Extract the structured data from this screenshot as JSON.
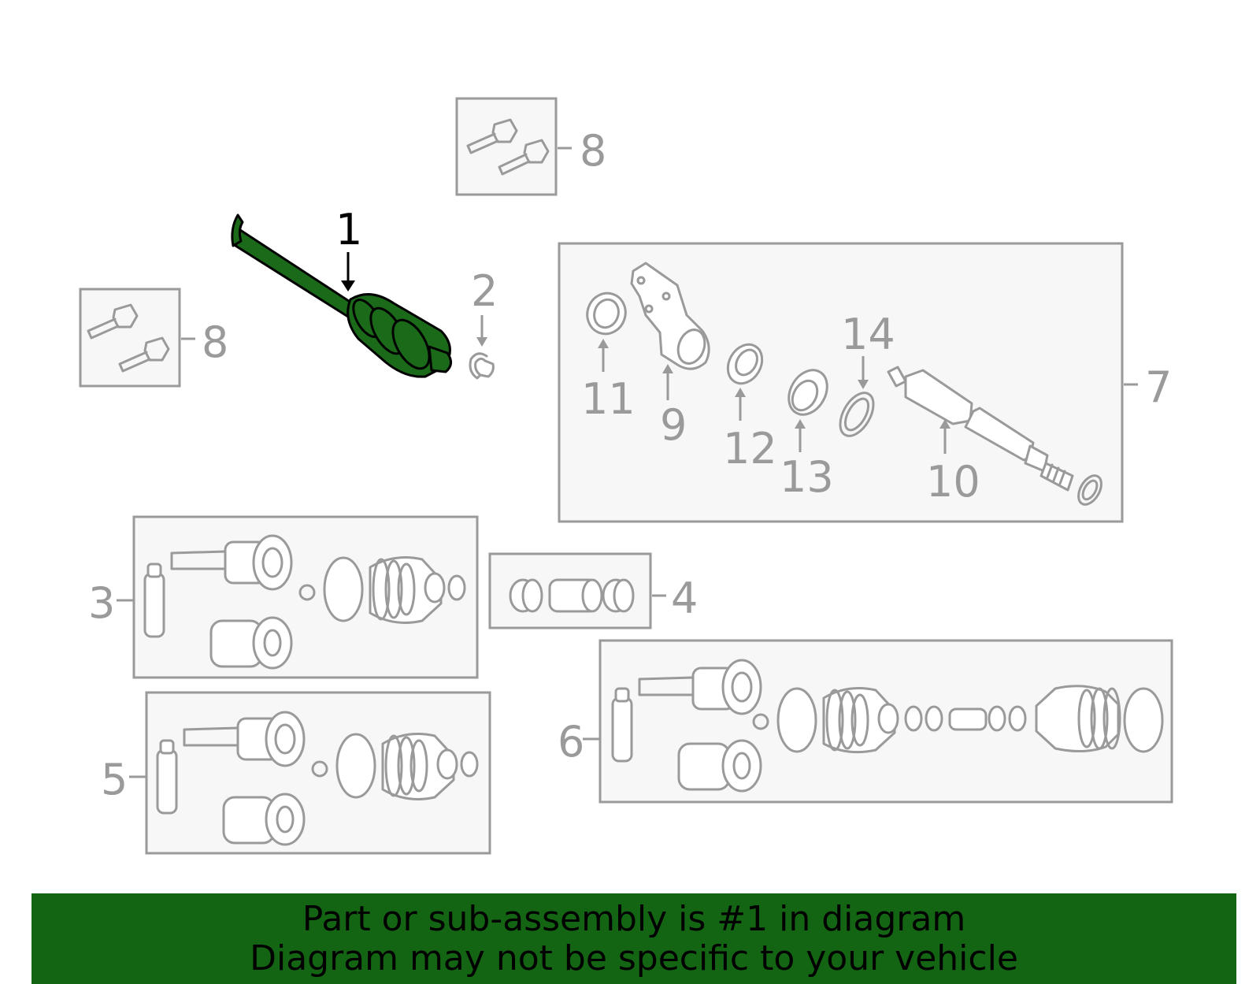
{
  "callouts": {
    "c1": "1",
    "c2": "2",
    "c3": "3",
    "c4": "4",
    "c5": "5",
    "c6": "6",
    "c7": "7",
    "c8a": "8",
    "c8b": "8",
    "c9": "9",
    "c10": "10",
    "c11": "11",
    "c12": "12",
    "c13": "13",
    "c14": "14"
  },
  "banner": {
    "line1": "Part or sub-assembly is #1 in diagram",
    "line2": "Diagram may not be specific to your vehicle"
  },
  "colors": {
    "highlight": "#1a6a1a",
    "banner_bg": "#136513",
    "line": "#9a9a9a"
  }
}
